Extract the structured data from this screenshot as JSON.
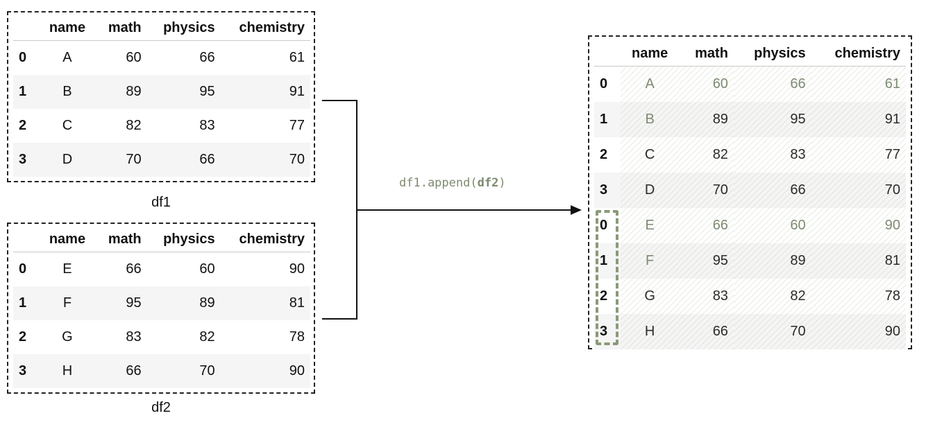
{
  "df1": {
    "caption": "df1",
    "columns": [
      "name",
      "math",
      "physics",
      "chemistry"
    ],
    "rows": [
      {
        "index": "0",
        "name": "A",
        "math": "60",
        "physics": "66",
        "chemistry": "61"
      },
      {
        "index": "1",
        "name": "B",
        "math": "89",
        "physics": "95",
        "chemistry": "91"
      },
      {
        "index": "2",
        "name": "C",
        "math": "82",
        "physics": "83",
        "chemistry": "77"
      },
      {
        "index": "3",
        "name": "D",
        "math": "70",
        "physics": "66",
        "chemistry": "70"
      }
    ]
  },
  "df2": {
    "caption": "df2",
    "columns": [
      "name",
      "math",
      "physics",
      "chemistry"
    ],
    "rows": [
      {
        "index": "0",
        "name": "E",
        "math": "66",
        "physics": "60",
        "chemistry": "90"
      },
      {
        "index": "1",
        "name": "F",
        "math": "95",
        "physics": "89",
        "chemistry": "81"
      },
      {
        "index": "2",
        "name": "G",
        "math": "83",
        "physics": "82",
        "chemistry": "78"
      },
      {
        "index": "3",
        "name": "H",
        "math": "66",
        "physics": "70",
        "chemistry": "90"
      }
    ]
  },
  "operation": {
    "prefix": "df1.append(",
    "argument": "df2",
    "suffix": ")"
  },
  "result": {
    "columns": [
      "name",
      "math",
      "physics",
      "chemistry"
    ],
    "rows": [
      {
        "index": "0",
        "name": "A",
        "math": "60",
        "physics": "66",
        "chemistry": "61"
      },
      {
        "index": "1",
        "name": "B",
        "math": "89",
        "physics": "95",
        "chemistry": "91"
      },
      {
        "index": "2",
        "name": "C",
        "math": "82",
        "physics": "83",
        "chemistry": "77"
      },
      {
        "index": "3",
        "name": "D",
        "math": "70",
        "physics": "66",
        "chemistry": "70"
      },
      {
        "index": "0",
        "name": "E",
        "math": "66",
        "physics": "60",
        "chemistry": "90"
      },
      {
        "index": "1",
        "name": "F",
        "math": "95",
        "physics": "89",
        "chemistry": "81"
      },
      {
        "index": "2",
        "name": "G",
        "math": "83",
        "physics": "82",
        "chemistry": "78"
      },
      {
        "index": "3",
        "name": "H",
        "math": "66",
        "physics": "70",
        "chemistry": "90"
      }
    ]
  },
  "colors": {
    "muted_green": "#7d8a72",
    "highlight_border": "#8a9a78",
    "operation_text": "#7e8a6f"
  }
}
